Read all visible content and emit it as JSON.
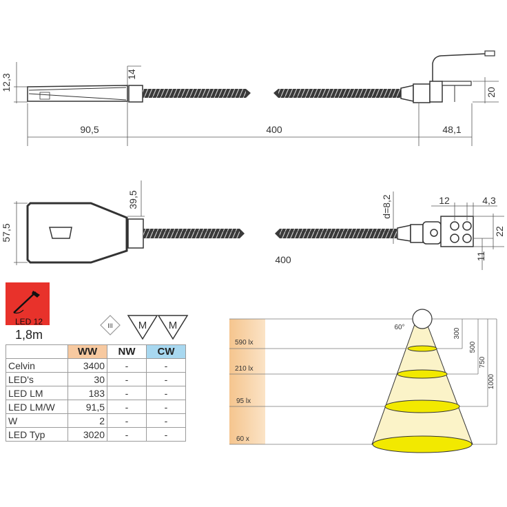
{
  "top_view": {
    "dims": {
      "head_thickness": "12,3",
      "collar": "14",
      "mount_height": "20",
      "head_length": "90,5",
      "shaft_length": "400",
      "mount_length": "48,1"
    }
  },
  "side_view": {
    "dims": {
      "head_width": "57,5",
      "collar": "39,5",
      "shaft_diameter": "d=8,2",
      "length_note": "400",
      "mount_a": "12",
      "mount_b": "4,3",
      "mount_c": "22",
      "mount_d": "11"
    }
  },
  "led_badge": {
    "label": "LED 12",
    "cable": "1,8m",
    "color": "#e8322b"
  },
  "symbols": {
    "class": "III",
    "mount_1": "M",
    "mount_2": "M"
  },
  "spec_table": {
    "headers": [
      "WW",
      "NW",
      "CW"
    ],
    "header_colors": [
      "#f7c9a0",
      "#ffffff",
      "#a8d8f0"
    ],
    "rows": [
      {
        "label": "Celvin",
        "ww": "3400",
        "nw": "-",
        "cw": "-"
      },
      {
        "label": "LED's",
        "ww": "30",
        "nw": "-",
        "cw": "-"
      },
      {
        "label": "LED LM",
        "ww": "183",
        "nw": "-",
        "cw": "-"
      },
      {
        "label": "LED LM/W",
        "ww": "91,5",
        "nw": "-",
        "cw": "-"
      },
      {
        "label": "W",
        "ww": "2",
        "nw": "-",
        "cw": "-"
      },
      {
        "label": "LED Typ",
        "ww": "3020",
        "nw": "-",
        "cw": "-"
      }
    ]
  },
  "light_cone": {
    "beam_angle": "60°",
    "lux_levels": [
      "590 lx",
      "210 lx",
      "95 lx",
      "60 x"
    ],
    "distances": [
      "300",
      "500",
      "750",
      "1000"
    ],
    "band_color": "#f5c58e",
    "light_color": "#f2e900"
  }
}
